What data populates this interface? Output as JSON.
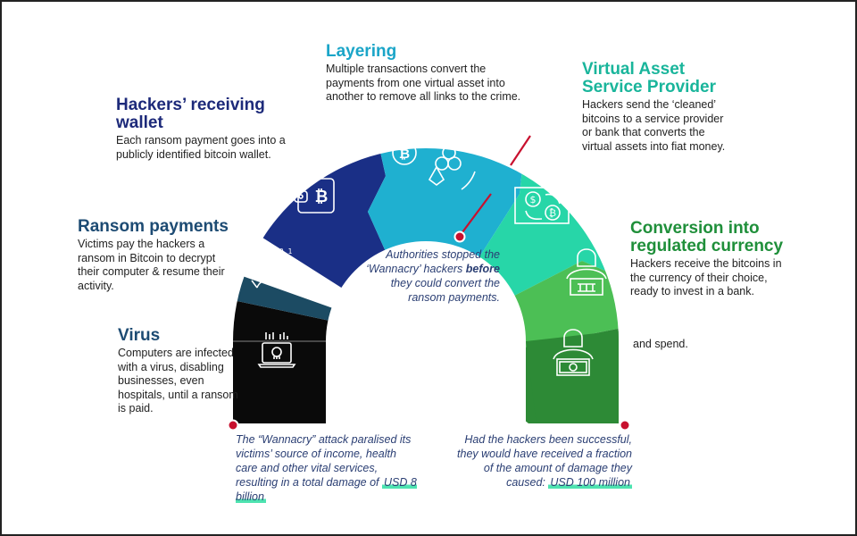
{
  "stages": [
    {
      "title": "Virus",
      "desc": "Computers are infected with a virus, disabling businesses, even hospitals, until a ransom is paid.",
      "color": "#1d2a55",
      "fill": "#0a0a0a",
      "icon": "laptop-skull-icon"
    },
    {
      "title": "Ransom payments",
      "desc": "Victims pay the hackers a ransom in Bitcoin to decrypt their computer & resume their activity.",
      "color": "#1d2a55",
      "fill": "#1c4b63",
      "icon": "hacker-binary-icon"
    },
    {
      "title": "Hackers’ receiving wallet",
      "desc": "Each ransom payment goes into a publicly identified bitcoin wallet.",
      "color": "#1d2a7a",
      "fill": "#1a2f86",
      "icon": "bitcoin-wallet-icon"
    },
    {
      "title": "Layering",
      "desc": "Multiple transactions convert the payments from one virtual asset into another to remove all links to the crime.",
      "color": "#1aa5c8",
      "fill": "#1fb0d0",
      "icon": "crypto-exchange-icon"
    },
    {
      "title": "Virtual Asset Service Provider",
      "desc": "Hackers send the ‘cleaned’ bitcoins to a service provider or bank that converts the virtual assets into fiat money.",
      "color": "#19b59b",
      "fill": "#27d6a8",
      "icon": "currency-exchange-icon"
    },
    {
      "title": "Conversion into regulated currency",
      "desc": "Hackers receive the bitcoins in the currency of their choice, ready to invest in a bank.",
      "color": "#1f8f3a",
      "fill": "#4cbf55",
      "icon": "hacker-bank-icon"
    },
    {
      "title": "",
      "desc": "and spend.",
      "color": "#1f8f3a",
      "fill": "#2d8a36",
      "icon": "hacker-cash-icon"
    }
  ],
  "notes": {
    "center_pre": "Authorities stopped the ‘Wannacry’ hackers",
    "center_bold": "before",
    "center_post": "they could convert the ransom payments.",
    "left_text": "The “Wannacry” attack paralised its victims’ source of income, health care and other vital services, resulting in a total damage of",
    "left_amount": "USD 8 billion",
    "right_text": "Had the hackers been successful, they would have received a fraction of the amount of damage they caused:",
    "right_amount": "USD 100 million"
  },
  "colors": {
    "marker": "#c8102e",
    "highlight": "#4ee3b0",
    "note_text": "#2a3e73"
  }
}
